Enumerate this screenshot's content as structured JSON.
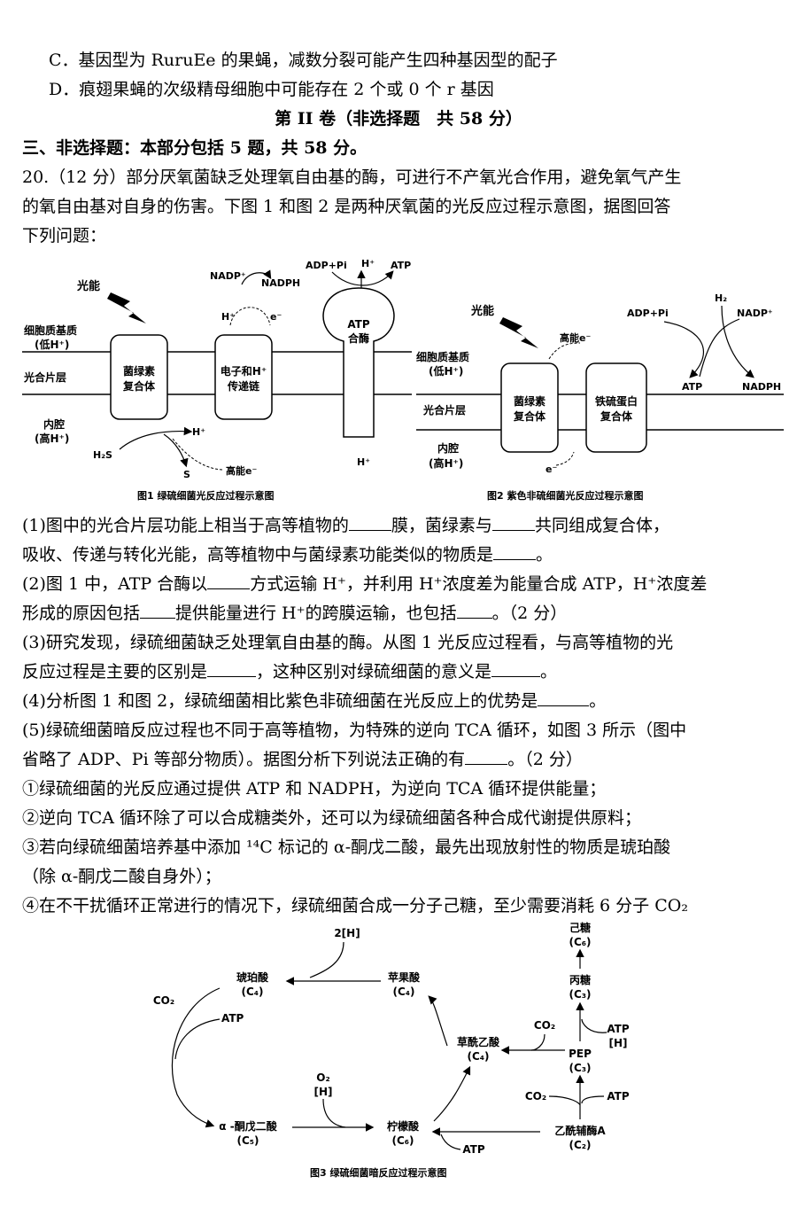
{
  "options": {
    "c": "C．基因型为 RuruEe 的果蝇，减数分裂可能产生四种基因型的配子",
    "d": "D．痕翅果蝇的次级精母细胞中可能存在 2 个或 0 个 r 基因"
  },
  "section": {
    "title": "第 II 卷（非选择题　共 58 分）",
    "heading": "三、非选择题：本部分包括 5 题，共 58 分。"
  },
  "q20": {
    "intro1": "20.（12 分）部分厌氧菌缺乏处理氧自由基的酶，可进行不产氧光合作用，避免氧气产生",
    "intro2": "的氧自由基对自身的伤害。下图 1 和图 2 是两种厌氧菌的光反应过程示意图，据图回答",
    "intro3": "下列问题：",
    "q1a": "(1)图中的光合片层功能上相当于高等植物的",
    "q1b": "膜，菌绿素与",
    "q1c": "共同组成复合体，",
    "q1d": "吸收、传递与转化光能，高等植物中与菌绿素功能类似的物质是",
    "q1e": "。",
    "q2a": "(2)图 1 中，ATP 合酶以",
    "q2b": "方式运输 H⁺，并利用 H⁺浓度差为能量合成 ATP，H⁺浓度差",
    "q2c": "形成的原因包括",
    "q2d": "提供能量进行 H⁺的跨膜运输，也包括",
    "q2e": "。（2 分）",
    "q3a": "(3)研究发现，绿硫细菌缺乏处理氧自由基的酶。从图 1 光反应过程看，与高等植物的光",
    "q3b": "反应过程是主要的区别是",
    "q3c": "，这种区别对绿硫细菌的意义是",
    "q3d": "。",
    "q4a": "(4)分析图 1 和图 2，绿硫细菌相比紫色非硫细菌在光反应上的优势是",
    "q4b": "。",
    "q5a": "(5)绿硫细菌暗反应过程也不同于高等植物，为特殊的逆向 TCA 循环，如图 3 所示（图中",
    "q5b": "省略了 ADP、Pi 等部分物质）。据图分析下列说法正确的有",
    "q5c": "。（2 分）",
    "s1": "①绿硫细菌的光反应通过提供 ATP 和 NADPH，为逆向 TCA 循环提供能量；",
    "s2": "②逆向 TCA 循环除了可以合成糖类外，还可以为绿硫细菌各种合成代谢提供原料；",
    "s3a": "③若向绿硫细菌培养基中添加 ¹⁴C 标记的 α-酮戊二酸，最先出现放射性的物质是琥珀酸",
    "s3b": "（除 α-酮戊二酸自身外）；",
    "s4": "④在不干扰循环正常进行的情况下，绿硫细菌合成一分子己糖，至少需要消耗 6 分子 CO₂"
  },
  "fig1": {
    "light": "光能",
    "cytoplasm": "细胞质基质",
    "low_h": "(低H⁺)",
    "lamella": "光合片层",
    "lumen": "内腔",
    "high_h": "(高H⁺)",
    "complex1": "菌绿素",
    "complex2": "复合体",
    "chain1": "电子和H⁺",
    "chain2": "传递链",
    "atp_synthase1": "ATP",
    "atp_synthase2": "合酶",
    "nadp_plus": "NADP⁺",
    "nadph": "NADPH",
    "adp_pi": "ADP+Pi",
    "h_plus": "H⁺",
    "atp": "ATP",
    "e_minus": "e⁻",
    "h2s": "H₂S",
    "s": "S",
    "high_e": "高能e⁻",
    "caption": "图1 绿硫细菌光反应过程示意图"
  },
  "fig2": {
    "light": "光能",
    "high_e": "高能e⁻",
    "adp_pi": "ADP+Pi",
    "h2": "H₂",
    "nadp_plus": "NADP⁺",
    "cytoplasm": "细胞质基质",
    "low_h": "(低H⁺)",
    "atp": "ATP",
    "nadph": "NADPH",
    "lamella": "光合片层",
    "complex1": "菌绿素",
    "complex2": "复合体",
    "fe1": "铁硫蛋白",
    "fe2": "复合体",
    "lumen": "内腔",
    "high_h": "(高H⁺)",
    "e_minus": "e⁻",
    "caption": "图2 紫色非硫细菌光反应过程示意图"
  },
  "fig3": {
    "hexose": "己糖",
    "c6": "(C₆)",
    "triose": "丙糖",
    "c3": "(C₃)",
    "two_h": "2[H]",
    "succinic": "琥珀酸",
    "c4": "(C₄)",
    "malic": "苹果酸",
    "co2": "CO₂",
    "atp": "ATP",
    "h": "[H]",
    "oxaloacetic": "草酰乙酸",
    "pep": "PEP",
    "o2": "O₂",
    "akg": "α -酮戊二酸",
    "c5": "(C₅)",
    "citric": "柠檬酸",
    "acetylcoa": "乙酰辅酶A",
    "c2": "(C₂)",
    "caption": "图3 绿硫细菌暗反应过程示意图"
  }
}
